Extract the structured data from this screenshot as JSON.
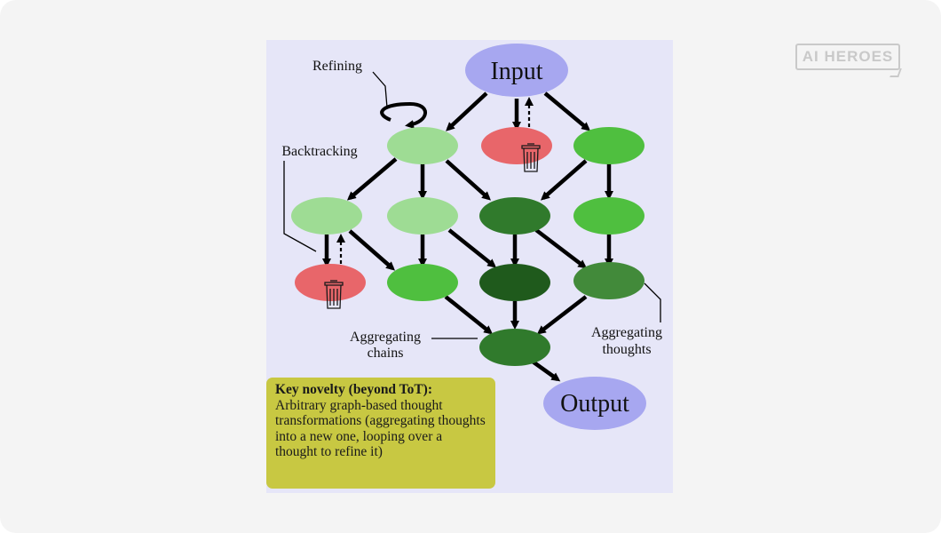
{
  "brand": {
    "logo_text": "AI HEROES"
  },
  "diagram": {
    "labels": {
      "input": "Input",
      "output": "Output",
      "refining": "Refining",
      "backtracking": "Backtracking",
      "aggregating_chains": [
        "Aggregating",
        "chains"
      ],
      "aggregating_thoughts": [
        "Aggregating",
        "thoughts"
      ]
    },
    "novelty": {
      "title": "Key novelty (beyond ToT):",
      "body": "Arbitrary graph-based thought transformations (aggregating thoughts into a new one, looping over a thought to refine it)"
    },
    "colors": {
      "background": "#e6e6f8",
      "input_output": "#a7a7f0",
      "discarded": "#e8666a",
      "light_green": "#9edc94",
      "green": "#4fbf3f",
      "dark_green": "#307a2c",
      "darkest_green": "#1f5a1c",
      "mid_green": "#428a3a",
      "arrow": "#000000",
      "novelty_box": "#c8c842"
    },
    "icons": [
      "trash-icon",
      "trash-icon"
    ]
  }
}
